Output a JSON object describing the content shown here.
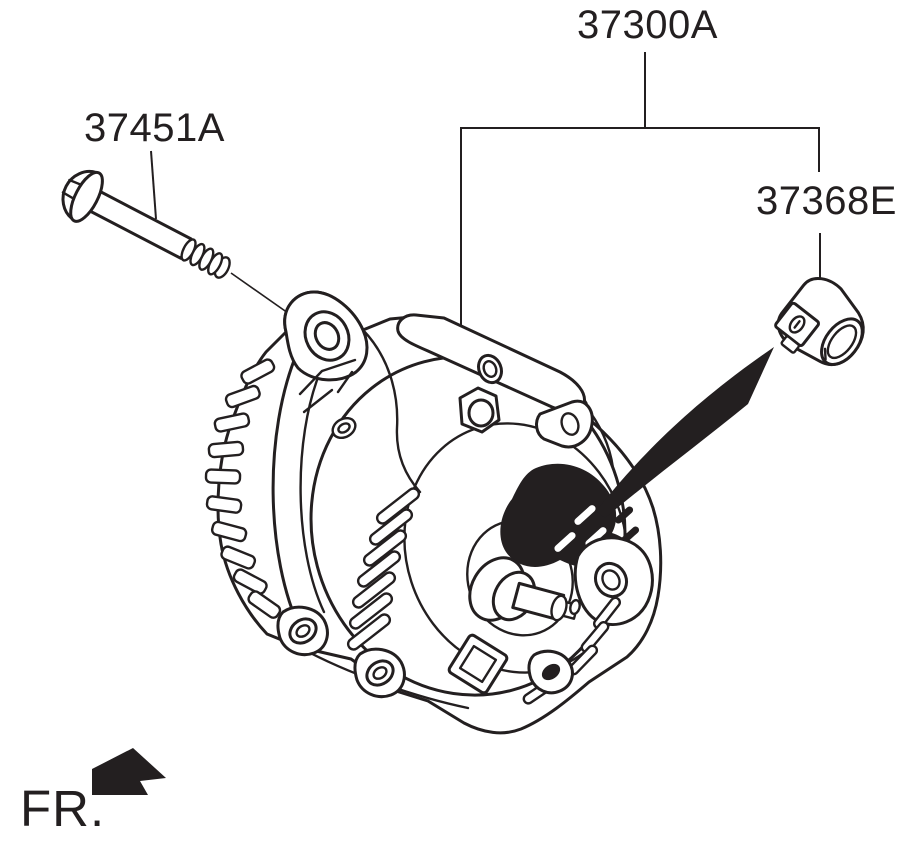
{
  "diagram": {
    "background_color": "#ffffff",
    "line_color": "#231f20",
    "callouts": [
      {
        "part_no": "37300A",
        "points_to": "alternator assembly"
      },
      {
        "part_no": "37451A",
        "points_to": "mounting bolt"
      },
      {
        "part_no": "37368E",
        "points_to": "wiring clamp"
      }
    ],
    "front_indicator": {
      "label": "FR."
    }
  }
}
